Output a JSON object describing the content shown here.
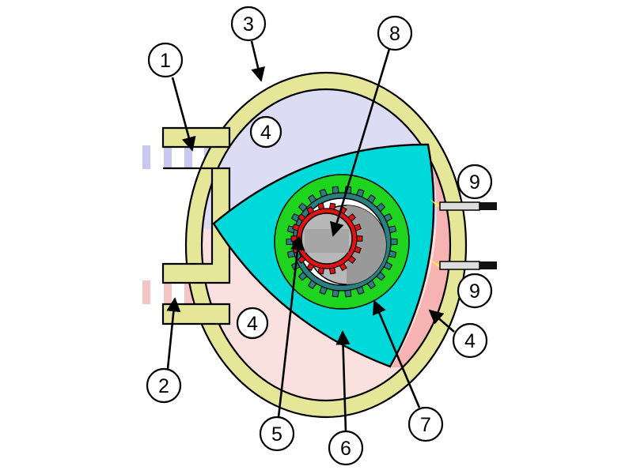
{
  "colors": {
    "housing": "#e6e699",
    "housing_stroke": "#000000",
    "intake_chamber": "#dcdcf5",
    "exhaust_chamber": "#fbe0e0",
    "power_chamber": "#f7b2b2",
    "rotor": "#00d9d9",
    "internal_gear": "#1fd41f",
    "gear_teeth": "#2a8080",
    "pinion": "#e01212",
    "shaft": "#b8b8b8",
    "spark": "#ffee33",
    "intake_flow": "#c8c8f0",
    "exhaust_flow": "#f5c4c4"
  },
  "callouts": [
    {
      "id": "1",
      "label": "1"
    },
    {
      "id": "2",
      "label": "2"
    },
    {
      "id": "3",
      "label": "3"
    },
    {
      "id": "4a",
      "label": "4"
    },
    {
      "id": "4b",
      "label": "4"
    },
    {
      "id": "4c",
      "label": "4"
    },
    {
      "id": "5",
      "label": "5"
    },
    {
      "id": "6",
      "label": "6"
    },
    {
      "id": "7",
      "label": "7"
    },
    {
      "id": "8",
      "label": "8"
    },
    {
      "id": "9a",
      "label": "9"
    },
    {
      "id": "9b",
      "label": "9"
    }
  ]
}
